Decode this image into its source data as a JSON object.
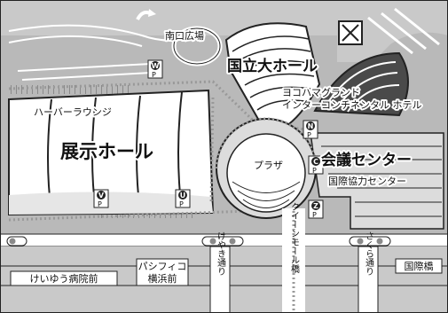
{
  "colors": {
    "paper": "#ffffff",
    "ground": "#b9b9b9",
    "plaza_light": "#dcdcdc",
    "building_dark": "#4a4a4a",
    "ink": "#111111",
    "walkway_dots": "#999999",
    "bus_stop": "#8a8a8a"
  },
  "labels": {
    "south_plaza": "南口広場",
    "national_hall": "国立大ホール",
    "hotel_line1": "ヨコハマグランド",
    "hotel_line2": "インターコンチネンタル ホテル",
    "harbor_lounge": "ハーバーラウンジ",
    "exhibition_hall": "展示ホール",
    "plaza": "プラザ",
    "conference_center": "会議センター",
    "intl_conference": "国際協力センター"
  },
  "stops": {
    "keiyu_hospital": "けいゆう病院前",
    "pacifico_line1": "パシフィコ",
    "pacifico_line2": "横浜前",
    "kokusaibashi": "国際橋"
  },
  "streets": {
    "keyaki": "けやき通り",
    "queen_mall": "クイーンモール橋",
    "sakura": "さくら通り"
  },
  "markers": {
    "w": "W",
    "n": "N",
    "c": "C",
    "z": "Z",
    "u": "U",
    "v": "V"
  },
  "icons": [
    "parking-marker-icon",
    "bus-stop-icon",
    "turn-arrow-icon",
    "gate-icon"
  ]
}
